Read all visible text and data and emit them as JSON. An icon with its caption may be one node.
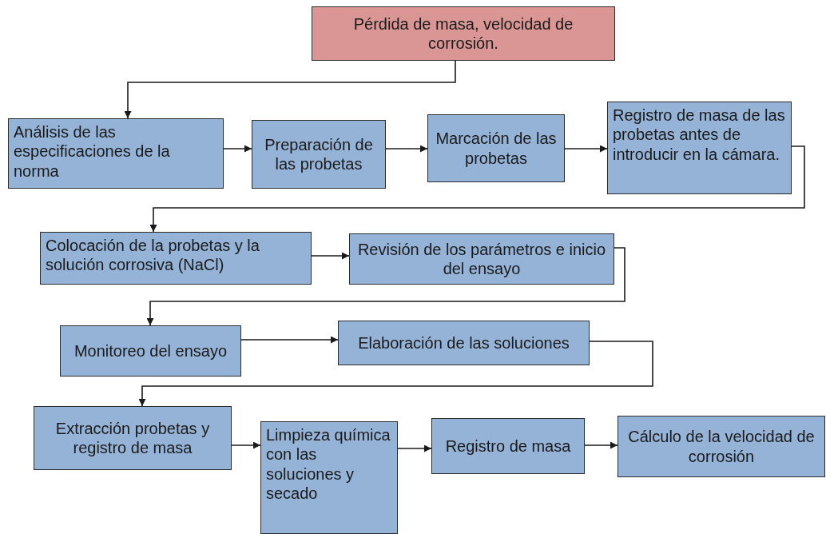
{
  "diagram": {
    "nodes": [
      {
        "text": [
          "Pérdida de masa, velocidad de corrosión."
        ]
      },
      {
        "text": [
          "Análisis de las especificaciones de la norma"
        ]
      },
      {
        "text": [
          "Preparación de las probetas"
        ]
      },
      {
        "text": [
          "Marcación de las probetas"
        ]
      },
      {
        "text": [
          "Registro de masa de las probetas antes de introducir en la cámara."
        ]
      },
      {
        "text": [
          "Colocación de la probetas y la solución corrosiva (NaCl)"
        ]
      },
      {
        "text": [
          "Revisión de los parámetros e inicio del ensayo"
        ]
      },
      {
        "text": [
          "Monitoreo  del ensayo"
        ]
      },
      {
        "text": [
          "Elaboración de las soluciones"
        ]
      },
      {
        "text": [
          "Extracción  probetas y registro de masa"
        ]
      },
      {
        "text": [
          "Limpieza química con las soluciones y secado"
        ]
      },
      {
        "text": [
          "Registro de masa"
        ]
      },
      {
        "text": [
          "Cálculo de la velocidad de corrosión"
        ]
      }
    ],
    "edges": [
      {
        "from": 0,
        "to": 1,
        "arrow": "to"
      },
      {
        "from": 1,
        "to": 2,
        "arrow": "to"
      },
      {
        "from": 2,
        "to": 3,
        "arrow": "to"
      },
      {
        "from": 3,
        "to": 4,
        "arrow": "to"
      },
      {
        "from": 4,
        "to": 5,
        "arrow": "to"
      },
      {
        "from": 5,
        "to": 6,
        "arrow": "to"
      },
      {
        "from": 6,
        "to": 7,
        "arrow": "to"
      },
      {
        "from": 7,
        "to": 8,
        "arrow": "to"
      },
      {
        "from": 8,
        "to": 9,
        "arrow": "to"
      },
      {
        "from": 9,
        "to": 10,
        "arrow": "to"
      },
      {
        "from": 10,
        "to": 11,
        "arrow": "to"
      },
      {
        "from": 11,
        "to": 12,
        "arrow": "to"
      }
    ]
  }
}
